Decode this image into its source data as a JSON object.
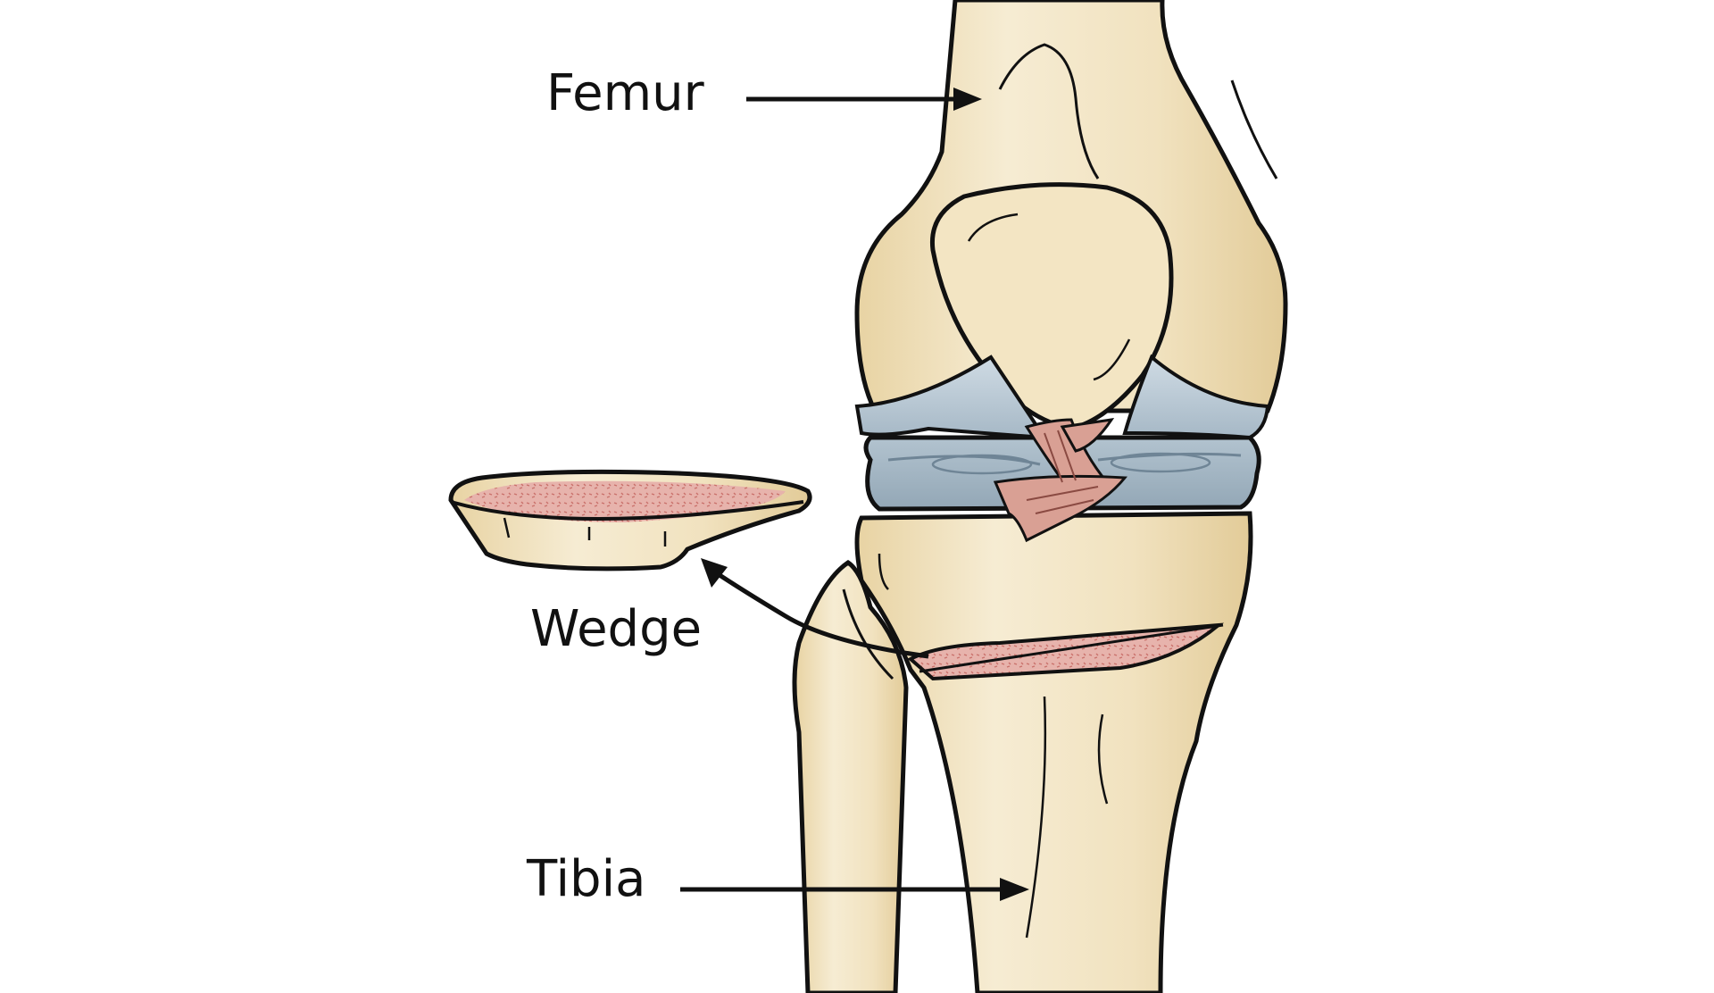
{
  "diagram": {
    "subject": "knee-joint-anterior-view-high-tibial-osteotomy",
    "labels": {
      "femur": "Femur",
      "wedge": "Wedge",
      "tibia": "Tibia"
    },
    "colors": {
      "bone": "#f2e4c4",
      "bone_shadow": "#e3cfa0",
      "cartilage": "#b9c9d6",
      "meniscus": "#9fb2c0",
      "ligament": "#d89c8e",
      "cut_surface": "#e3a9a2",
      "outline": "#111111",
      "background": "#ffffff"
    }
  }
}
